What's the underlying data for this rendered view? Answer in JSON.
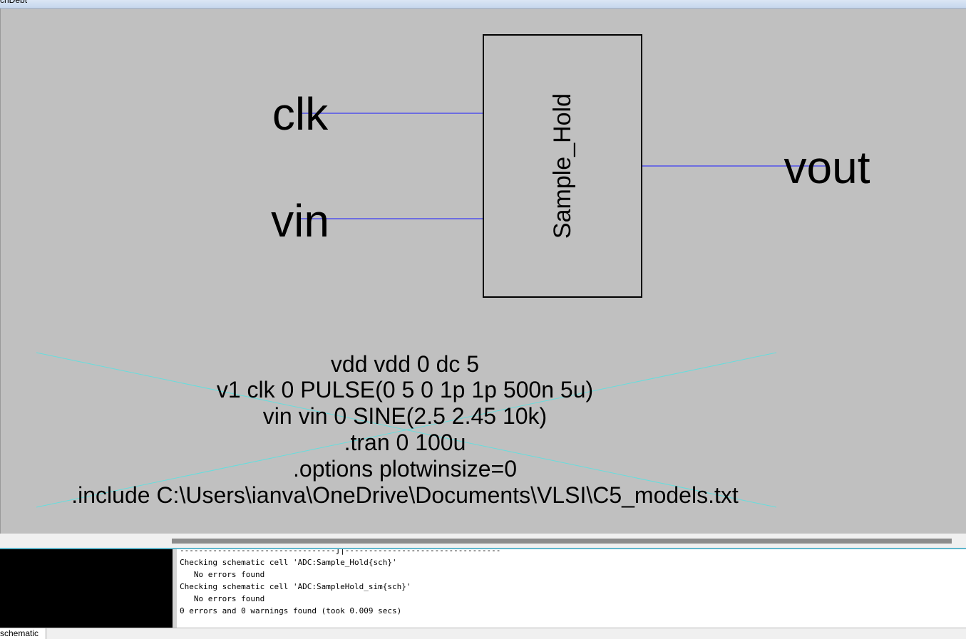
{
  "window": {
    "title": "chDebt"
  },
  "schematic": {
    "block_label": "Sample_Hold",
    "ports": {
      "clk": "clk",
      "vin": "vin",
      "vout": "vout"
    },
    "spice_lines": [
      "vdd vdd 0 dc 5",
      "v1 clk 0 PULSE(0 5 0 1p 1p 500n 5u)",
      "vin vin 0 SINE(2.5 2.45 10k)",
      ".tran 0 100u",
      ".options plotwinsize=0",
      ".include C:\\Users\\ianva\\OneDrive\\Documents\\VLSI\\C5_models.txt"
    ],
    "colors": {
      "background": "#c0c0c0",
      "wire": "#1a1aff",
      "cross": "#66dddd",
      "text": "#000000"
    }
  },
  "messages": {
    "lines": [
      "---------------------------------j|---------------------------------",
      "Checking schematic cell 'ADC:Sample_Hold{sch}'",
      "   No errors found",
      "Checking schematic cell 'ADC:SampleHold_sim{sch}'",
      "   No errors found",
      "0 errors and 0 warnings found (took 0.009 secs)"
    ]
  },
  "tabs": {
    "active": "schematic"
  }
}
